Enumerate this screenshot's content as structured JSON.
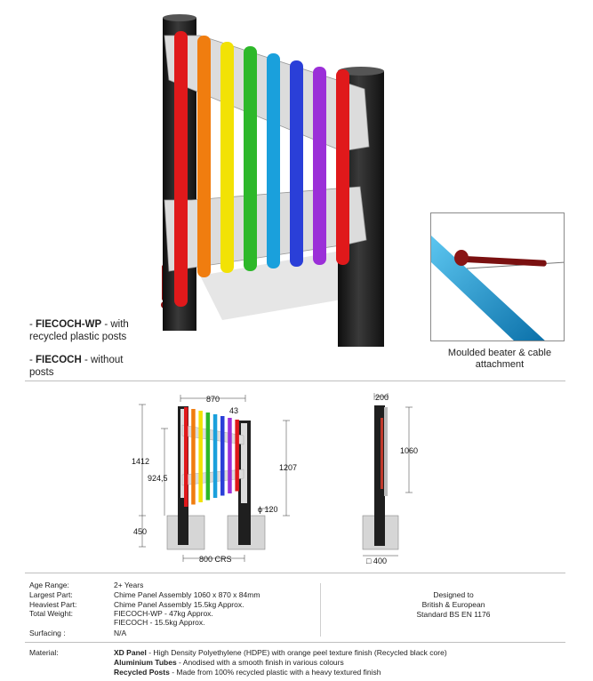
{
  "variants": [
    {
      "code": "FIECOCH-WP",
      "desc": " - with recycled plastic posts"
    },
    {
      "code": "FIECOCH",
      "desc": " - without posts"
    }
  ],
  "detail_caption": "Moulded beater & cable attachment",
  "dimensions": {
    "width": "870",
    "tube_gap": "43",
    "total_height": "1412",
    "panel_height_left": "924,5",
    "panel_height_right": "1207",
    "post_diameter": "ϕ 120",
    "foundation_depth": "450",
    "post_centres": "800 CRS",
    "side_depth": "200",
    "side_panel_height": "1060",
    "side_foundation": "□ 400"
  },
  "specs": [
    {
      "label": "Age Range:",
      "values": [
        "2+ Years"
      ]
    },
    {
      "label": "Largest Part:",
      "values": [
        "Chime Panel Assembly 1060 x 870 x 84mm"
      ]
    },
    {
      "label": "Heaviest Part:",
      "values": [
        "Chime Panel Assembly 15.5kg Approx."
      ]
    },
    {
      "label": "Total Weight:",
      "values": [
        "FIECOCH-WP - 47kg Approx.",
        "FIECOCH - 15.5kg Approx."
      ]
    },
    {
      "label": "Surfacing :",
      "values": [
        "N/A"
      ]
    }
  ],
  "standard": [
    "Designed to",
    "British & European",
    "Standard BS EN 1176"
  ],
  "material": {
    "label": "Material:",
    "lines": [
      {
        "bold": "XD Panel",
        "text": " - High Density Polyethylene (HDPE) with orange peel texture finish (Recycled black core)"
      },
      {
        "bold": "Aluminium Tubes",
        "text": " - Anodised with a smooth finish in various colours"
      },
      {
        "bold": "Recycled Posts",
        "text": " - Made from 100% recycled plastic with a heavy textured finish"
      }
    ]
  },
  "colors": {
    "tubes": [
      "#e0191b",
      "#f07d0f",
      "#f2e205",
      "#2db82a",
      "#1aa0dc",
      "#2a3fd8",
      "#9b2fd8",
      "#e0191b"
    ],
    "post": "#1f1f1f",
    "panel": "#dcdcdc"
  }
}
